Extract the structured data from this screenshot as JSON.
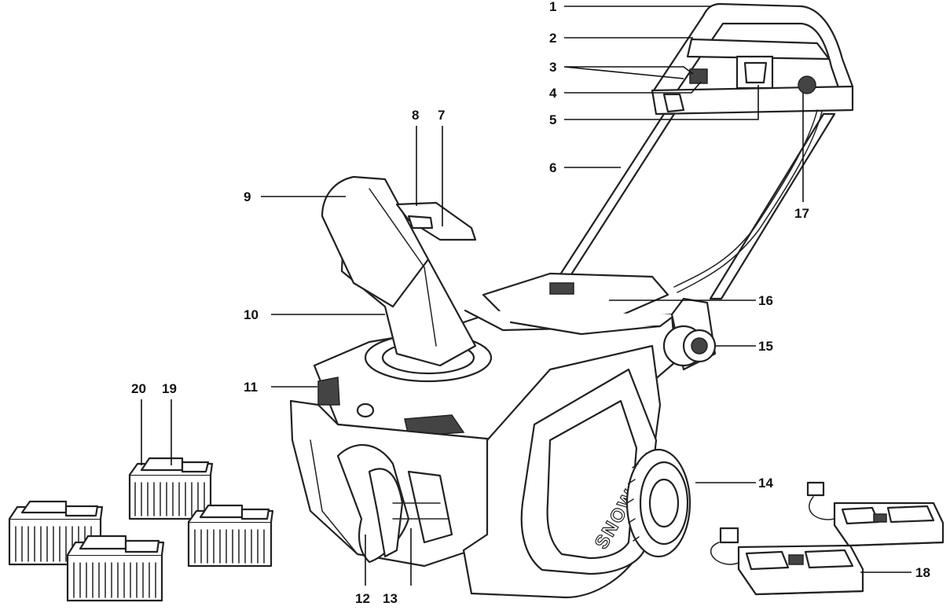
{
  "diagram": {
    "brand_mark": "SNOWJOE",
    "callouts": [
      "1",
      "2",
      "3",
      "4",
      "5",
      "6",
      "7",
      "8",
      "9",
      "10",
      "11",
      "12",
      "13",
      "14",
      "15",
      "16",
      "17",
      "18",
      "19",
      "20"
    ],
    "accent_color": "#111111"
  }
}
